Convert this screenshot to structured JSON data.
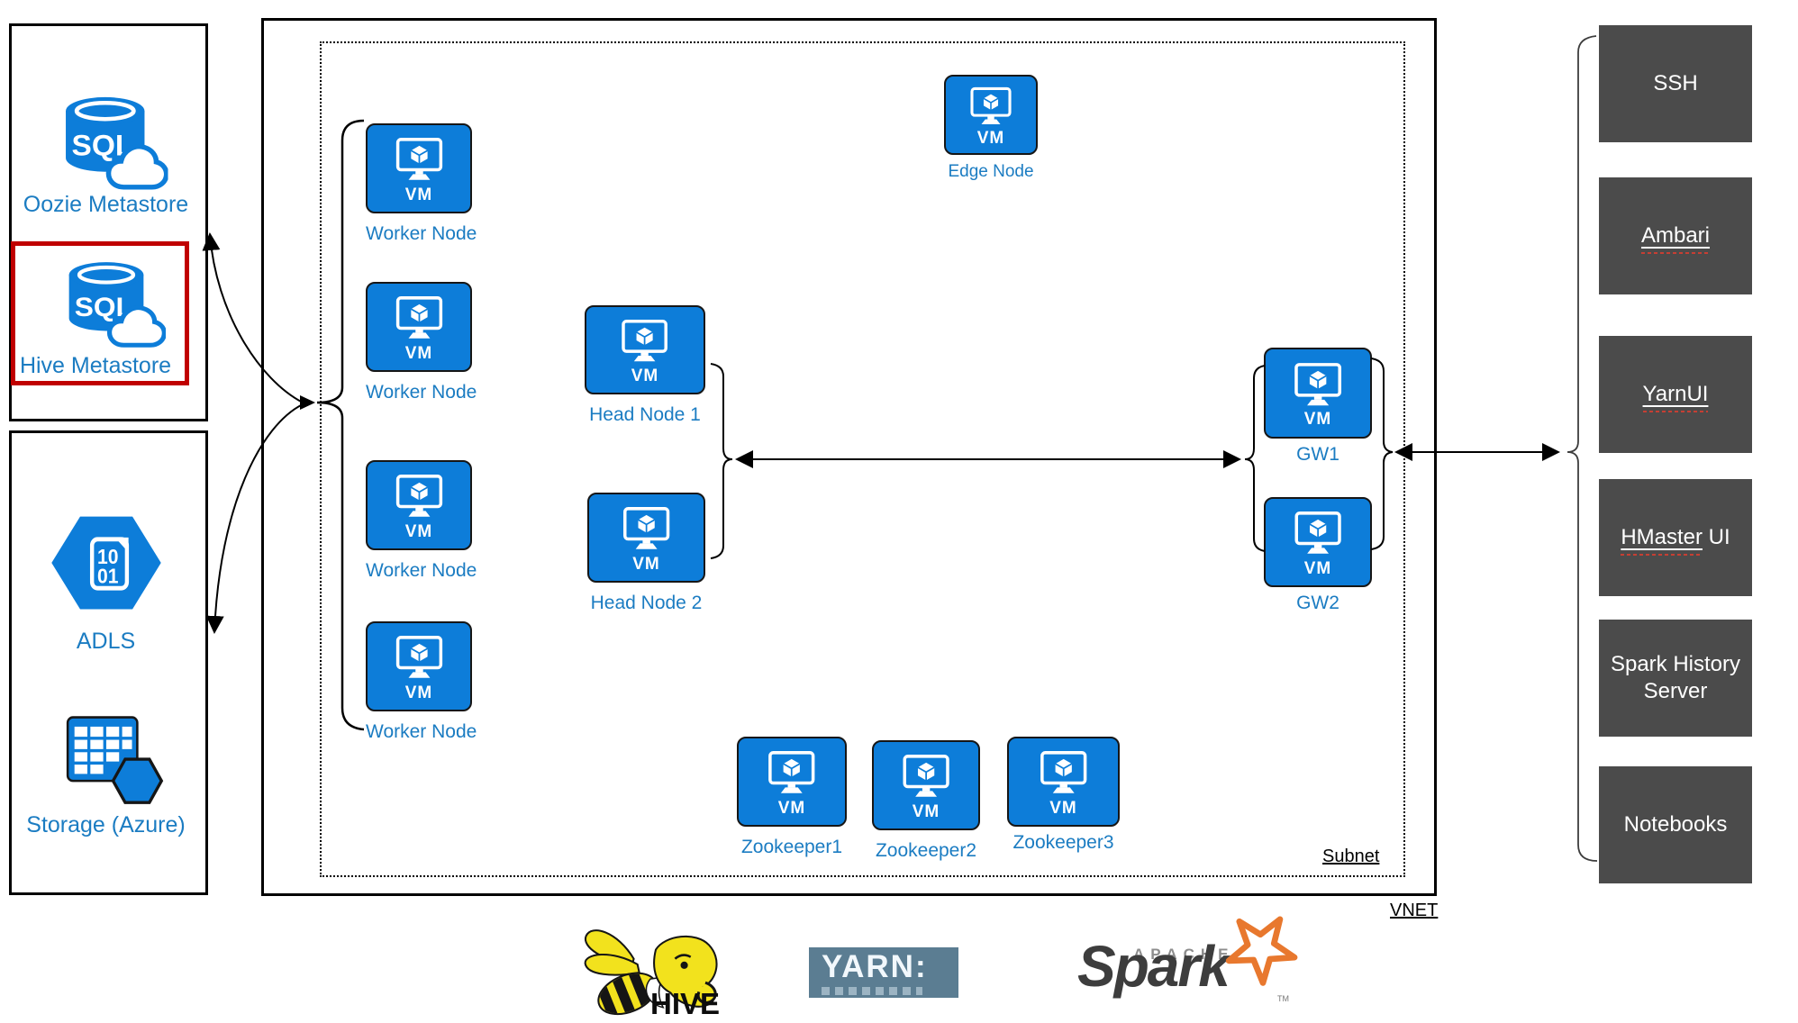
{
  "colors": {
    "vm_blue": "#0d7dd9",
    "label_blue": "#1b7cc2",
    "endpoint_gray": "#4b4b4b",
    "highlight_red": "#c00000",
    "yarn_slate": "#5b7d92",
    "spark_orange": "#e8782e",
    "hive_yellow": "#f2e21d"
  },
  "left_panel": {
    "oozie": {
      "label": "Oozie Metastore",
      "icon": "sql-database-cloud-icon"
    },
    "hive": {
      "label": "Hive Metastore",
      "icon": "sql-database-cloud-icon"
    },
    "adls": {
      "label": "ADLS",
      "icon": "data-lake-file-icon"
    },
    "storage": {
      "label": "Storage (Azure)",
      "icon": "table-storage-icon"
    }
  },
  "vnet": {
    "label": "VNET",
    "subnet_label": "Subnet",
    "vm_badge": "VM",
    "edge_node": "Edge Node",
    "workers": [
      "Worker Node",
      "Worker Node",
      "Worker Node",
      "Worker Node"
    ],
    "head_nodes": [
      "Head Node 1",
      "Head Node 2"
    ],
    "gateways": [
      "GW1",
      "GW2"
    ],
    "zookeepers": [
      "Zookeeper1",
      "Zookeeper2",
      "Zookeeper3"
    ]
  },
  "endpoints": [
    {
      "label_underline": "",
      "label_rest": "SSH"
    },
    {
      "label_underline": "Ambari",
      "label_rest": ""
    },
    {
      "label_underline": "YarnUI",
      "label_rest": ""
    },
    {
      "label_underline": "HMaster",
      "label_rest": " UI"
    },
    {
      "label_underline": "",
      "label_rest": "Spark History Server"
    },
    {
      "label_underline": "",
      "label_rest": "Notebooks"
    }
  ],
  "logos": {
    "hive": {
      "text": "HIVE"
    },
    "yarn": {
      "text": "YARN:"
    },
    "spark": {
      "brand": "APACHE",
      "name": "Spark",
      "tm": "TM"
    }
  }
}
